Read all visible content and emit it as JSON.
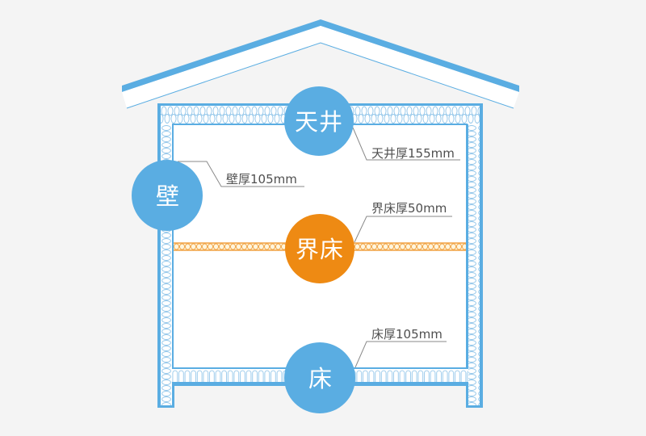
{
  "diagram": {
    "parts": [
      {
        "id": "ceiling",
        "label": "天井",
        "thickness_label": "天井厚155mm"
      },
      {
        "id": "wall",
        "label": "壁",
        "thickness_label": "壁厚105mm"
      },
      {
        "id": "interfloor",
        "label": "界床",
        "thickness_label": "界床厚50mm"
      },
      {
        "id": "floor",
        "label": "床",
        "thickness_label": "床厚105mm"
      }
    ]
  },
  "colors": {
    "background": "#f4f4f4",
    "blue": "#5aade2",
    "insulation_line": "#94c7ea",
    "orange": "#ee8a13",
    "orange_line": "#f0a040",
    "interfloor_fill": "#fff5dc",
    "label_text": "#4f4f4f",
    "leader_line": "#8a8a8a"
  }
}
